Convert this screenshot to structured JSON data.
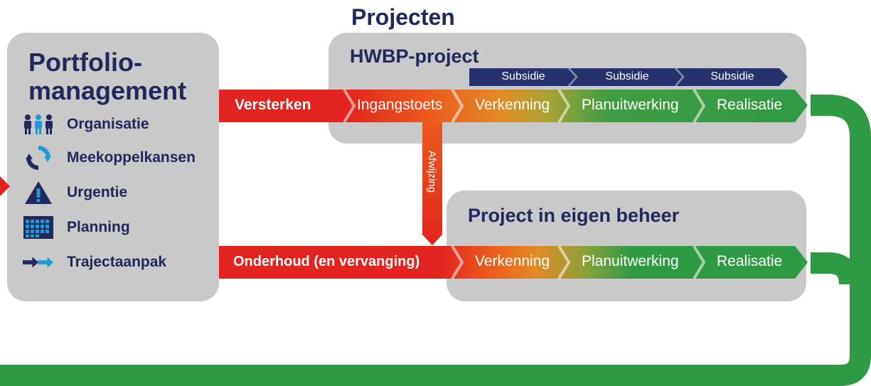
{
  "header": {
    "title": "Projecten"
  },
  "portfolio": {
    "title_line1": "Portfolio-",
    "title_line2": "management",
    "items": [
      {
        "label": "Organisatie",
        "icon": "people-icon"
      },
      {
        "label": "Meekoppelkansen",
        "icon": "refresh-cycle-icon"
      },
      {
        "label": "Urgentie",
        "icon": "warning-triangle-icon"
      },
      {
        "label": "Planning",
        "icon": "calendar-grid-icon"
      },
      {
        "label": "Trajectaanpak",
        "icon": "double-arrow-icon"
      }
    ]
  },
  "hwbp": {
    "title": "HWBP-project",
    "subsidies": [
      "Subsidie",
      "Subsidie",
      "Subsidie"
    ],
    "stages": [
      "Versterken",
      "Ingangstoets",
      "Verkenning",
      "Planuitwerking",
      "Realisatie"
    ]
  },
  "rejection": {
    "label": "Afwijzing"
  },
  "own": {
    "title": "Project in eigen beheer",
    "stages": [
      "Onderhoud (en vervanging)",
      "Verkenning",
      "Planuitwerking",
      "Realisatie"
    ]
  },
  "colors": {
    "navy": "#21285b",
    "red": "#e3231d",
    "green": "#2f9a44",
    "panel_gray": "#c9c9c9",
    "subsidy_navy": "#27316b",
    "icon_blue": "#1f9ad6"
  }
}
